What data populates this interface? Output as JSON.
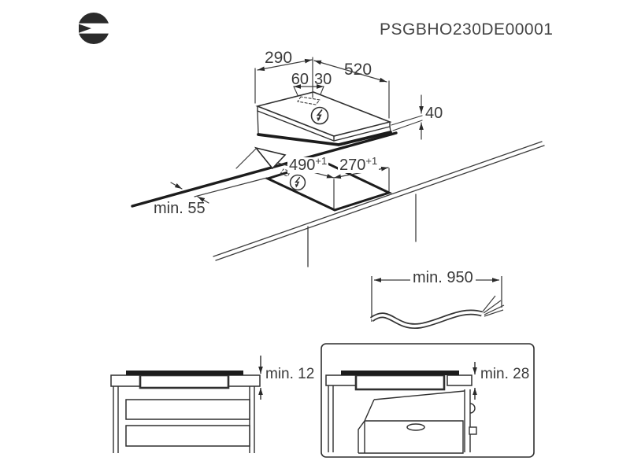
{
  "header": {
    "brand_logo": "electrolux-mark",
    "doc_code": "PSGBHO230DE00001"
  },
  "colors": {
    "background": "#ffffff",
    "line": "#2f2f2f",
    "thick_line": "#1c1c1c",
    "text": "#3a3a3a"
  },
  "icons": {
    "power_connection": "lightning-in-circle-icon",
    "brand": "electrolux-mark-icon"
  },
  "hob_top_view": {
    "width": "290",
    "depth": "520",
    "cable_offset_left": "60",
    "cable_offset_right": "30",
    "thickness": "40"
  },
  "cutout_view": {
    "length": "490",
    "length_tolerance": "+1",
    "width": "270",
    "width_tolerance": "+1",
    "min_edge_distance": "min. 55"
  },
  "cable_view": {
    "min_cable_length": "min. 950"
  },
  "worktop_view": {
    "min_worktop_thickness": "min. 12"
  },
  "clearance_view": {
    "min_clearance": "min. 28"
  }
}
